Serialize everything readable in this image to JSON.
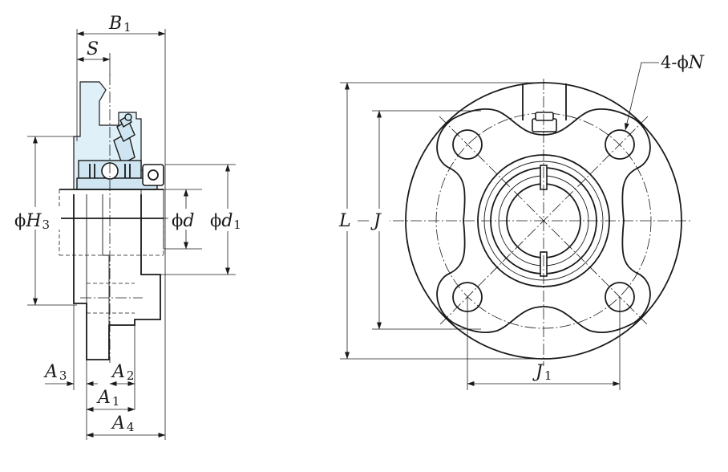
{
  "labels": {
    "B": "B",
    "B_sub": "1",
    "S": "S",
    "H": "H",
    "H_sub": "3",
    "phi_H": "ϕ",
    "d": "d",
    "phi_d": "ϕ",
    "d1": "d",
    "d1_sub": "1",
    "phi_d1": "ϕ",
    "A3": "A",
    "A3_sub": "3",
    "A2": "A",
    "A2_sub": "2",
    "A1": "A",
    "A1_sub": "1",
    "A4": "A",
    "A4_sub": "4",
    "L": "L",
    "J": "J",
    "J1": "J",
    "J1_sub": "1",
    "N_prefix": "4-ϕ",
    "N": "N"
  },
  "colors": {
    "bearing_fill": "#cfe6f2",
    "line": "#1a1a1a"
  }
}
